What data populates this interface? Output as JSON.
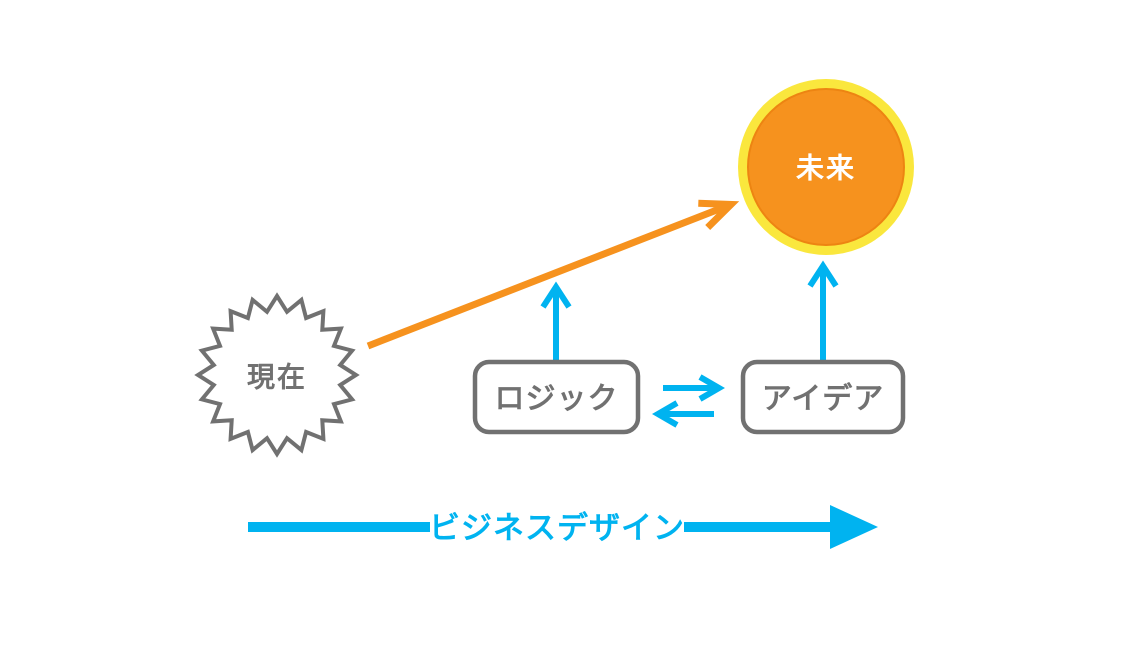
{
  "diagram": {
    "present": {
      "label": "現在",
      "shape": "starburst"
    },
    "future": {
      "label": "未来",
      "shape": "circle-glow"
    },
    "logic": {
      "label": "ロジック",
      "shape": "rounded-rect"
    },
    "idea": {
      "label": "アイデア",
      "shape": "rounded-rect"
    },
    "flow": {
      "label": "ビジネスデザイン"
    }
  },
  "colors": {
    "blue": "#00B3F0",
    "orange": "#F6921E",
    "orange_dark": "#ED8412",
    "yellow": "#FAE73D",
    "gray": "#717171",
    "white": "#FFFFFF",
    "background": "#FFFFFF"
  }
}
